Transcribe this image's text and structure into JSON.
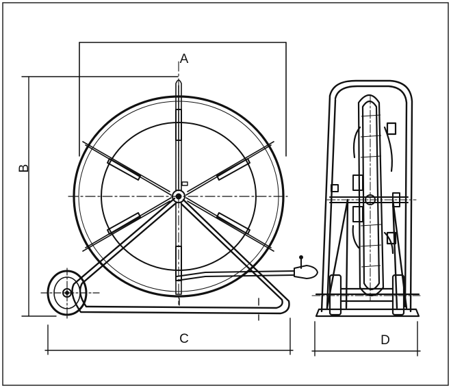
{
  "diagram": {
    "dimensions": {
      "A": "A",
      "B": "B",
      "C": "C",
      "D": "D"
    },
    "colors": {
      "ink": "#111111",
      "background": "#ffffff",
      "frame": "#222222"
    }
  }
}
